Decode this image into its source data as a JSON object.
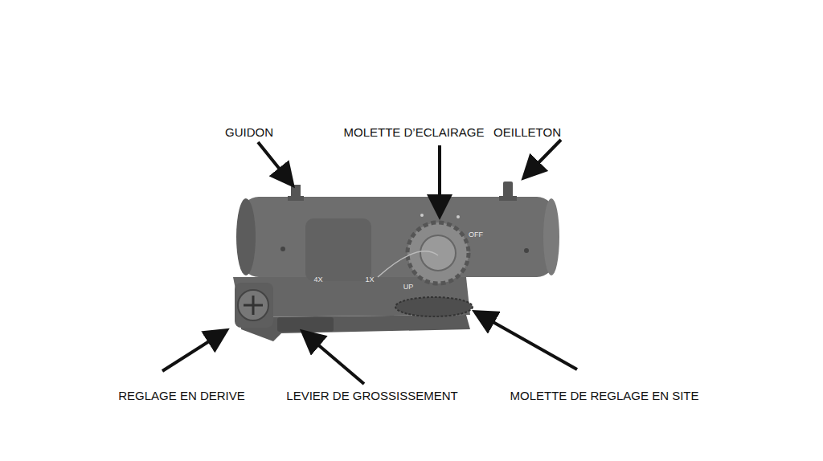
{
  "diagram": {
    "labels": [
      "GUIDON",
      "MOLETTE D’ECLAIRAGE",
      "OEILLETON",
      "REGLAGE EN DERIVE",
      "LEVIER DE GROSSISSEMENT",
      "MOLETTE DE REGLAGE EN SITE",
      "4X",
      "1X",
      "OFF",
      "UP"
    ]
  }
}
